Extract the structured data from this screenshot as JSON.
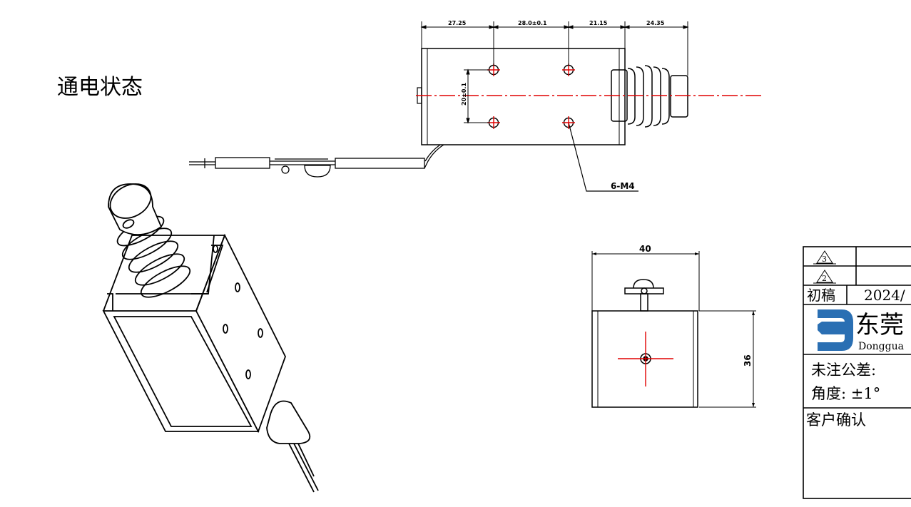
{
  "page_title": "通电状态",
  "top_view": {
    "dimensions": [
      "27.25",
      "28.0±0.1",
      "21.15",
      "24.35"
    ],
    "hole_spacing": "20±0.1",
    "hole_callout": "6-M4"
  },
  "side_view": {
    "width_label": "40",
    "height_label": "36"
  },
  "title_block": {
    "revision_marks": [
      "3",
      "2"
    ],
    "first_draft_label": "初稿",
    "first_draft_date": "2024/",
    "company_name": "东莞",
    "company_name_en": "Donggua",
    "tolerance_label": "未注公差:",
    "angle_label": "角度: ±1°",
    "customer_confirm_label": "客户确认"
  },
  "colors": {
    "line": "#000000",
    "centerline": "#e00000",
    "logo": "#2a6fb3"
  }
}
